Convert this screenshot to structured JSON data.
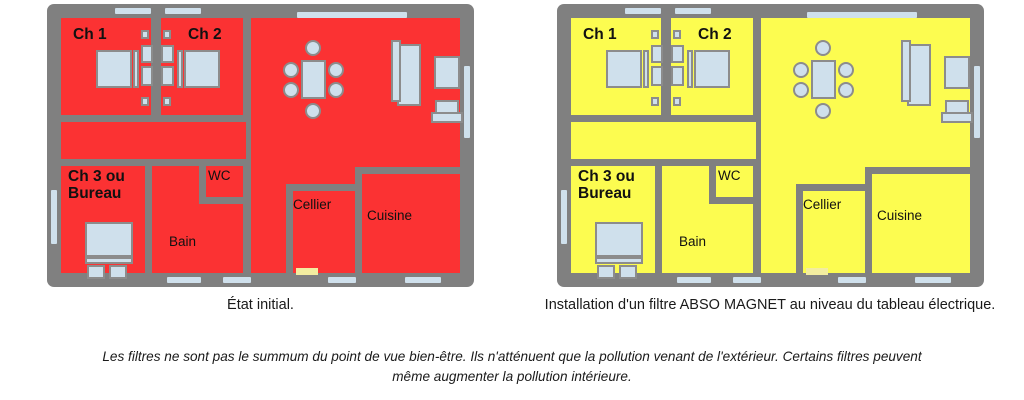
{
  "colors": {
    "wall": "#808080",
    "furniture": "#cfe0ec",
    "furniture_stroke": "#8c8c8c",
    "polluted_red": "#fb3233",
    "filtered_yellow": "#fcfc50",
    "door_yellow": "#f3eda0",
    "text": "#1a1a1a",
    "background": "#ffffff"
  },
  "plans": [
    {
      "id": "plan-initial",
      "fill_color": "#fb3233",
      "fill_name": "polluted-red",
      "caption": "État initial.",
      "rooms": [
        {
          "key": "ch1",
          "label": "Ch 1",
          "style": "bold"
        },
        {
          "key": "ch2",
          "label": "Ch 2",
          "style": "bold"
        },
        {
          "key": "ch3",
          "label": "Ch 3 ou\nBureau",
          "style": "bold"
        },
        {
          "key": "bain",
          "label": "Bain",
          "style": "regular"
        },
        {
          "key": "wc",
          "label": "WC",
          "style": "regular"
        },
        {
          "key": "cellier",
          "label": "Cellier",
          "style": "regular"
        },
        {
          "key": "cuisine",
          "label": "Cuisine",
          "style": "regular"
        },
        {
          "key": "sejour",
          "label": "",
          "style": "regular"
        }
      ]
    },
    {
      "id": "plan-filtered",
      "fill_color": "#fcfc50",
      "fill_name": "filtered-yellow",
      "caption": "Installation d'un filtre ABSO MAGNET au niveau du tableau électrique.",
      "rooms": [
        {
          "key": "ch1",
          "label": "Ch 1",
          "style": "bold"
        },
        {
          "key": "ch2",
          "label": "Ch 2",
          "style": "bold"
        },
        {
          "key": "ch3",
          "label": "Ch 3 ou\nBureau",
          "style": "bold"
        },
        {
          "key": "bain",
          "label": "Bain",
          "style": "regular"
        },
        {
          "key": "wc",
          "label": "WC",
          "style": "regular"
        },
        {
          "key": "cellier",
          "label": "Cellier",
          "style": "regular"
        },
        {
          "key": "cuisine",
          "label": "Cuisine",
          "style": "regular"
        },
        {
          "key": "sejour",
          "label": "",
          "style": "regular"
        }
      ]
    }
  ],
  "footnote": "Les filtres ne sont pas le summum du point de vue bien-être. Ils n'atténuent que la pollution venant de l'extérieur. Certains filtres peuvent même augmenter la pollution intérieure."
}
